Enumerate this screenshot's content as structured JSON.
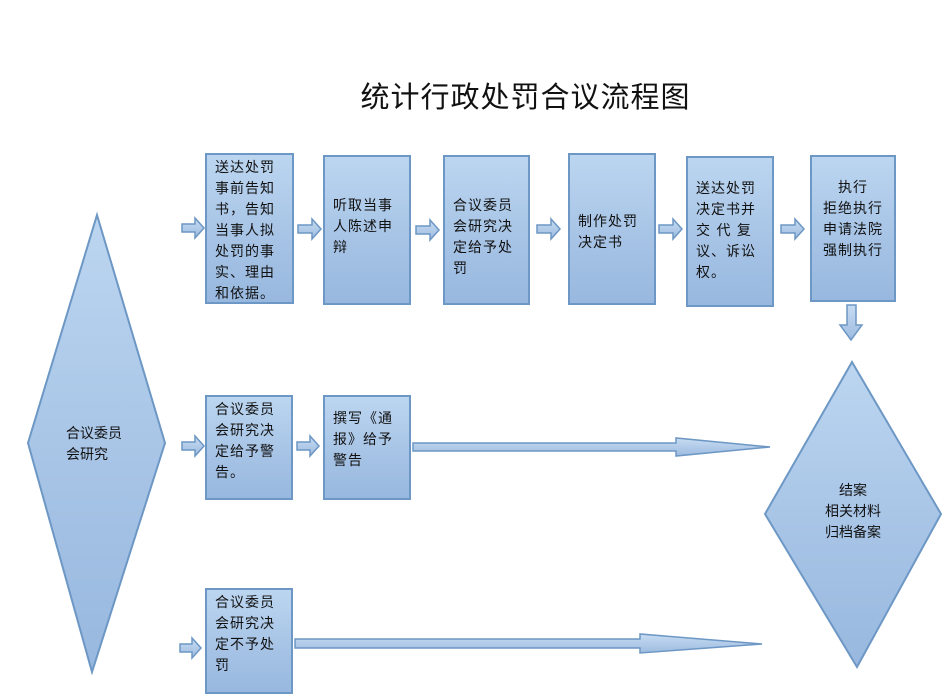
{
  "title": "统计行政处罚合议流程图",
  "colors": {
    "shape_fill_top": "#bcd6f0",
    "shape_fill_bottom": "#98b8df",
    "shape_border": "#6d97c4",
    "text": "#111111"
  },
  "decision": {
    "label": "合议委员\n会研究"
  },
  "row1": [
    {
      "label": "送达处罚\n事前告知\n书，告知\n当事人拟\n处罚的事\n实、理由\n和依据。"
    },
    {
      "label": "听取当事\n人陈述申\n辩"
    },
    {
      "label": "合议委员\n会研究决\n定给予处\n罚"
    },
    {
      "label": "制作处罚\n决定书"
    },
    {
      "label": "送达处罚\n决定书并\n交 代 复\n议、诉讼\n权。"
    },
    {
      "label": "执行\n拒绝执行\n申请法院\n强制执行"
    }
  ],
  "row2": [
    {
      "label": "合议委员\n会研究决\n定给予警\n告。"
    },
    {
      "label": "撰写《通\n报》给予\n警告"
    }
  ],
  "row3": [
    {
      "label": "合议委员\n会研究决\n定不予处\n罚"
    }
  ],
  "end": {
    "label": "结案\n相关材料\n归档备案"
  }
}
